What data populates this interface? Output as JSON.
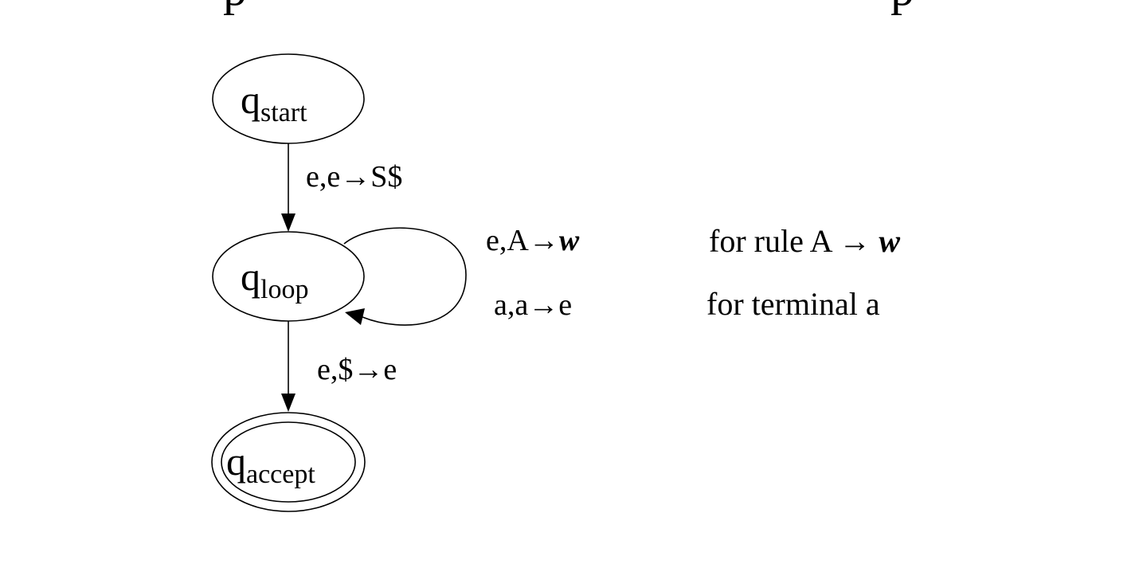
{
  "diagram": {
    "top_fragments": [
      "p",
      "p"
    ],
    "states": [
      {
        "id": "start",
        "base": "q",
        "sub": "start",
        "accepting": false
      },
      {
        "id": "loop",
        "base": "q",
        "sub": "loop",
        "accepting": false
      },
      {
        "id": "accept",
        "base": "q",
        "sub": "accept",
        "accepting": true
      }
    ],
    "transitions": [
      {
        "id": "start-to-loop",
        "from": "start",
        "to": "loop",
        "label": "e,e→S$"
      },
      {
        "id": "loop-self-rule",
        "from": "loop",
        "to": "loop",
        "label_pre": "e,A→",
        "label_var": "w"
      },
      {
        "id": "loop-self-terminal",
        "from": "loop",
        "to": "loop",
        "label": "a,a→e"
      },
      {
        "id": "loop-to-accept",
        "from": "loop",
        "to": "accept",
        "label": "e,$→e"
      }
    ],
    "notes": {
      "rule_pre": "for rule A → ",
      "rule_var": "w",
      "terminal": "for terminal a"
    }
  }
}
